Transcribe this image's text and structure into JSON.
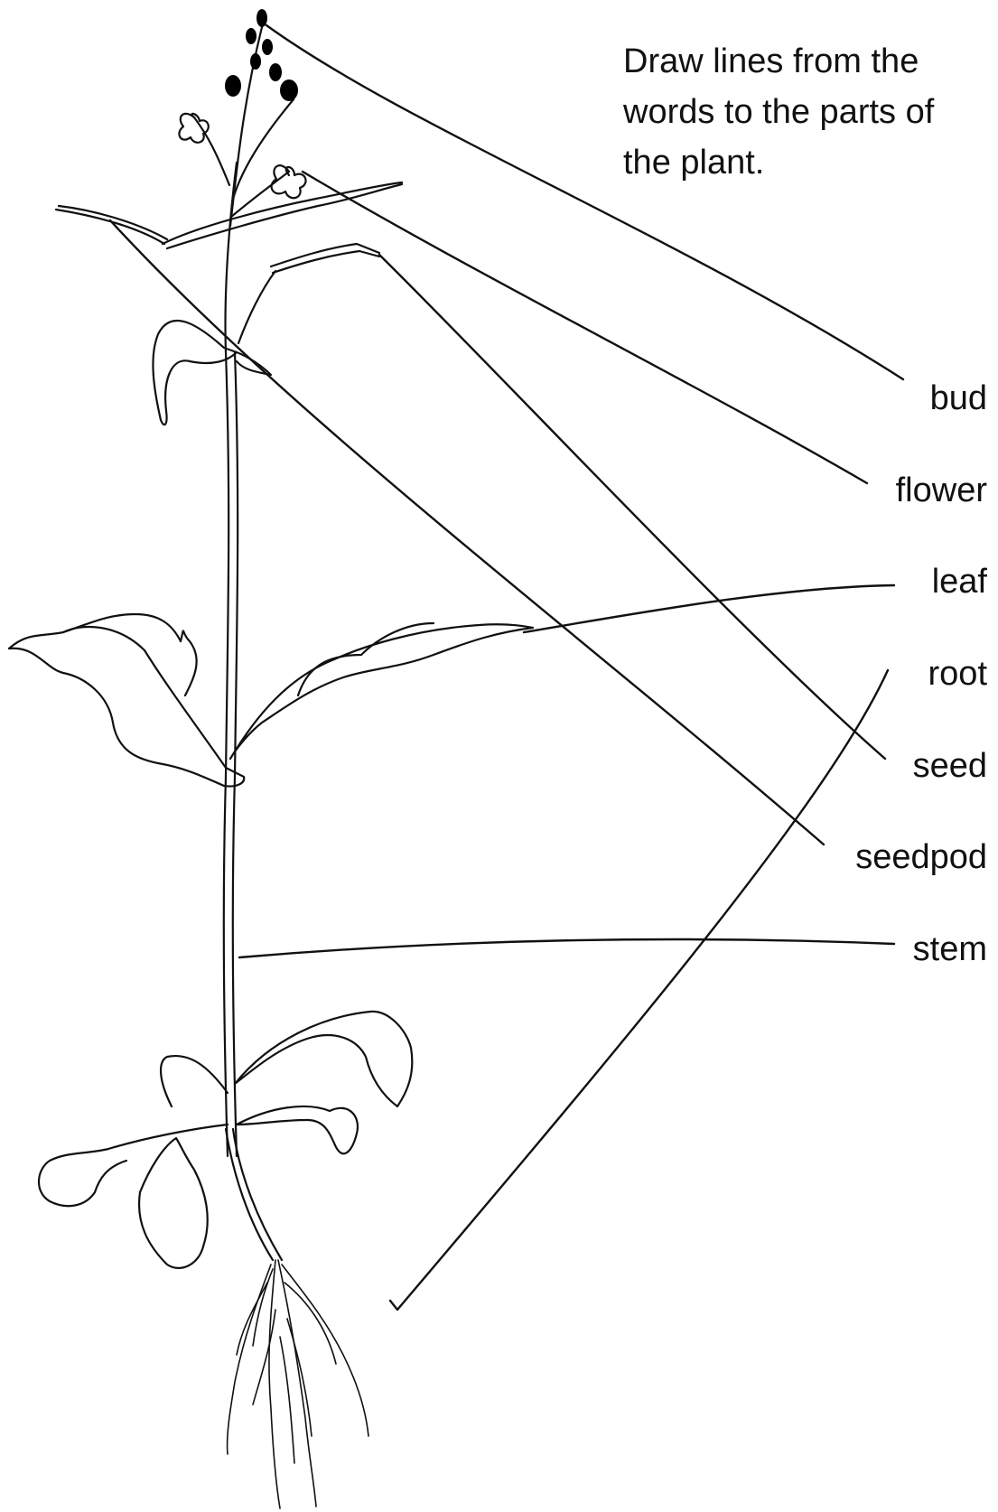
{
  "instructions": "Draw lines from the words to the parts of the plant.",
  "words": {
    "bud": "bud",
    "flower": "flower",
    "leaf": "leaf",
    "root": "root",
    "seed": "seed",
    "seedpod": "seedpod",
    "stem": "stem"
  },
  "colors": {
    "ink": "#111111",
    "background": "#ffffff"
  }
}
